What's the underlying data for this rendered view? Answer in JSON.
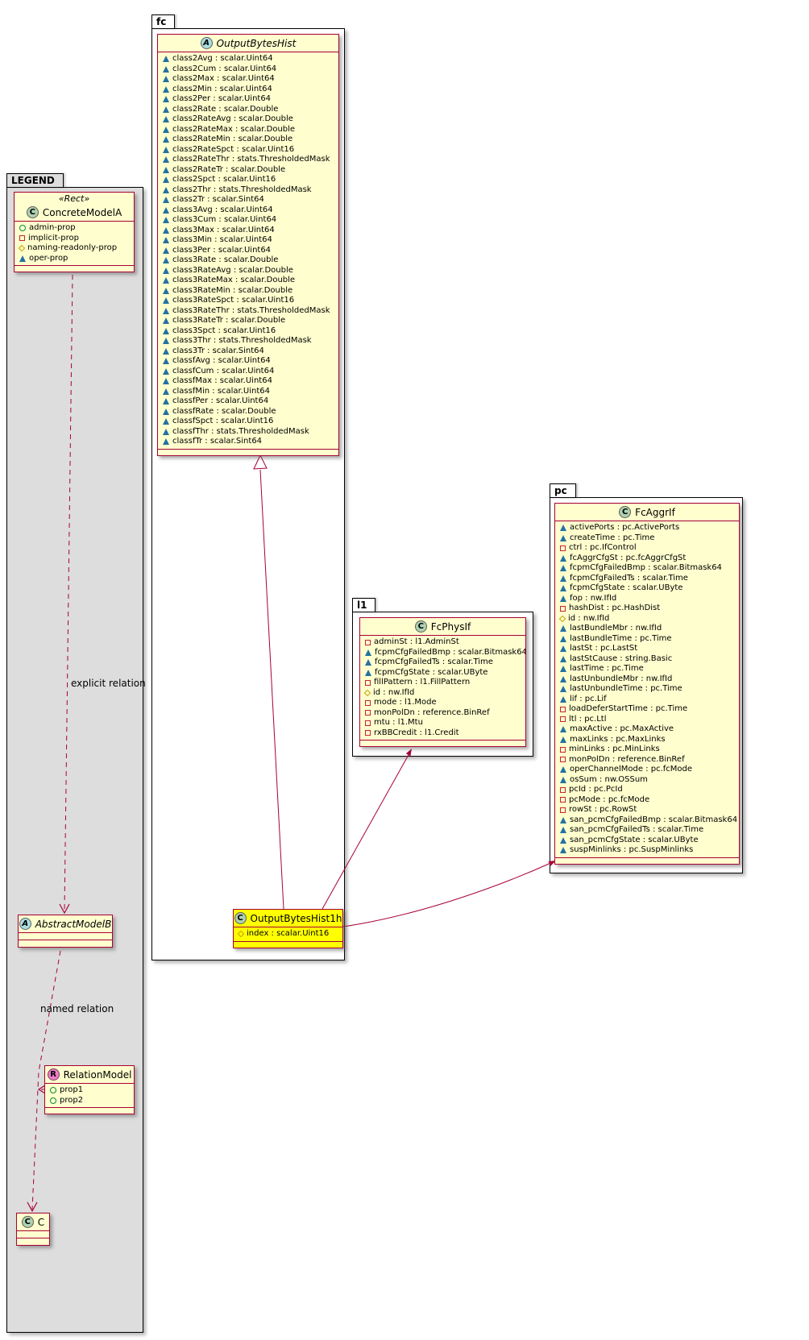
{
  "theme": {
    "class_bg": "#FEFECE",
    "class_border": "#A80036",
    "highlight_bg": "#FFFF00",
    "package_bg": "#FFFFFF",
    "legend_bg": "#DDDDDD",
    "spot_class_bg": "#ADD1B2",
    "spot_abstract_bg": "#A9DCDF",
    "spot_relation_bg": "#EE7DC8",
    "icon_circle": "#0B8A3E",
    "icon_square": "#C82333",
    "icon_diamond": "#C8A000",
    "icon_triangle": "#2471A3"
  },
  "diagram": {
    "legend": {
      "tab": "LEGEND",
      "stereotype": "«Rect»",
      "explicit_relation_label": "explicit relation",
      "named_relation_label": "named relation",
      "concrete": {
        "spot": "C",
        "name": "ConcreteModelA",
        "attrs": [
          {
            "icon": "circle",
            "text": "admin-prop"
          },
          {
            "icon": "square",
            "text": "implicit-prop"
          },
          {
            "icon": "diamond",
            "text": "naming-readonly-prop"
          },
          {
            "icon": "triangle",
            "text": "oper-prop"
          }
        ]
      },
      "abstract": {
        "spot": "A",
        "name": "AbstractModelB"
      },
      "relation": {
        "spot": "R",
        "name": "RelationModel",
        "attrs": [
          {
            "icon": "circle",
            "text": "prop1"
          },
          {
            "icon": "circle",
            "text": "prop2"
          }
        ]
      },
      "c": {
        "spot": "C",
        "name": "C"
      }
    },
    "fc": {
      "tab": "fc",
      "outputBytesHist": {
        "spot": "A",
        "name": "OutputBytesHist",
        "attrs": [
          {
            "icon": "triangle",
            "text": "class2Avg : scalar.Uint64"
          },
          {
            "icon": "triangle",
            "text": "class2Cum : scalar.Uint64"
          },
          {
            "icon": "triangle",
            "text": "class2Max : scalar.Uint64"
          },
          {
            "icon": "triangle",
            "text": "class2Min : scalar.Uint64"
          },
          {
            "icon": "triangle",
            "text": "class2Per : scalar.Uint64"
          },
          {
            "icon": "triangle",
            "text": "class2Rate : scalar.Double"
          },
          {
            "icon": "triangle",
            "text": "class2RateAvg : scalar.Double"
          },
          {
            "icon": "triangle",
            "text": "class2RateMax : scalar.Double"
          },
          {
            "icon": "triangle",
            "text": "class2RateMin : scalar.Double"
          },
          {
            "icon": "triangle",
            "text": "class2RateSpct : scalar.Uint16"
          },
          {
            "icon": "triangle",
            "text": "class2RateThr : stats.ThresholdedMask"
          },
          {
            "icon": "triangle",
            "text": "class2RateTr : scalar.Double"
          },
          {
            "icon": "triangle",
            "text": "class2Spct : scalar.Uint16"
          },
          {
            "icon": "triangle",
            "text": "class2Thr : stats.ThresholdedMask"
          },
          {
            "icon": "triangle",
            "text": "class2Tr : scalar.Sint64"
          },
          {
            "icon": "triangle",
            "text": "class3Avg : scalar.Uint64"
          },
          {
            "icon": "triangle",
            "text": "class3Cum : scalar.Uint64"
          },
          {
            "icon": "triangle",
            "text": "class3Max : scalar.Uint64"
          },
          {
            "icon": "triangle",
            "text": "class3Min : scalar.Uint64"
          },
          {
            "icon": "triangle",
            "text": "class3Per : scalar.Uint64"
          },
          {
            "icon": "triangle",
            "text": "class3Rate : scalar.Double"
          },
          {
            "icon": "triangle",
            "text": "class3RateAvg : scalar.Double"
          },
          {
            "icon": "triangle",
            "text": "class3RateMax : scalar.Double"
          },
          {
            "icon": "triangle",
            "text": "class3RateMin : scalar.Double"
          },
          {
            "icon": "triangle",
            "text": "class3RateSpct : scalar.Uint16"
          },
          {
            "icon": "triangle",
            "text": "class3RateThr : stats.ThresholdedMask"
          },
          {
            "icon": "triangle",
            "text": "class3RateTr : scalar.Double"
          },
          {
            "icon": "triangle",
            "text": "class3Spct : scalar.Uint16"
          },
          {
            "icon": "triangle",
            "text": "class3Thr : stats.ThresholdedMask"
          },
          {
            "icon": "triangle",
            "text": "class3Tr : scalar.Sint64"
          },
          {
            "icon": "triangle",
            "text": "classfAvg : scalar.Uint64"
          },
          {
            "icon": "triangle",
            "text": "classfCum : scalar.Uint64"
          },
          {
            "icon": "triangle",
            "text": "classfMax : scalar.Uint64"
          },
          {
            "icon": "triangle",
            "text": "classfMin : scalar.Uint64"
          },
          {
            "icon": "triangle",
            "text": "classfPer : scalar.Uint64"
          },
          {
            "icon": "triangle",
            "text": "classfRate : scalar.Double"
          },
          {
            "icon": "triangle",
            "text": "classfSpct : scalar.Uint16"
          },
          {
            "icon": "triangle",
            "text": "classfThr : stats.ThresholdedMask"
          },
          {
            "icon": "triangle",
            "text": "classfTr : scalar.Sint64"
          }
        ]
      },
      "outputBytesHist1h": {
        "spot": "C",
        "name": "OutputBytesHist1h",
        "attrs": [
          {
            "icon": "diamond",
            "text": "index : scalar.Uint16"
          }
        ]
      }
    },
    "l1": {
      "tab": "l1",
      "fcPhysIf": {
        "spot": "C",
        "name": "FcPhysIf",
        "attrs": [
          {
            "icon": "square",
            "text": "adminSt : l1.AdminSt"
          },
          {
            "icon": "triangle",
            "text": "fcpmCfgFailedBmp : scalar.Bitmask64"
          },
          {
            "icon": "triangle",
            "text": "fcpmCfgFailedTs : scalar.Time"
          },
          {
            "icon": "triangle",
            "text": "fcpmCfgState : scalar.UByte"
          },
          {
            "icon": "square",
            "text": "fillPattern : l1.FillPattern"
          },
          {
            "icon": "diamond",
            "text": "id : nw.IfId"
          },
          {
            "icon": "square",
            "text": "mode : l1.Mode"
          },
          {
            "icon": "square",
            "text": "monPolDn : reference.BinRef"
          },
          {
            "icon": "square",
            "text": "mtu : l1.Mtu"
          },
          {
            "icon": "square",
            "text": "rxBBCredit : l1.Credit"
          }
        ]
      }
    },
    "pc": {
      "tab": "pc",
      "fcAggrIf": {
        "spot": "C",
        "name": "FcAggrIf",
        "attrs": [
          {
            "icon": "triangle",
            "text": "activePorts : pc.ActivePorts"
          },
          {
            "icon": "triangle",
            "text": "createTime : pc.Time"
          },
          {
            "icon": "square",
            "text": "ctrl : pc.IfControl"
          },
          {
            "icon": "triangle",
            "text": "fcAggrCfgSt : pc.fcAggrCfgSt"
          },
          {
            "icon": "triangle",
            "text": "fcpmCfgFailedBmp : scalar.Bitmask64"
          },
          {
            "icon": "triangle",
            "text": "fcpmCfgFailedTs : scalar.Time"
          },
          {
            "icon": "triangle",
            "text": "fcpmCfgState : scalar.UByte"
          },
          {
            "icon": "triangle",
            "text": "fop : nw.IfId"
          },
          {
            "icon": "square",
            "text": "hashDist : pc.HashDist"
          },
          {
            "icon": "diamond",
            "text": "id : nw.IfId"
          },
          {
            "icon": "triangle",
            "text": "lastBundleMbr : nw.IfId"
          },
          {
            "icon": "triangle",
            "text": "lastBundleTime : pc.Time"
          },
          {
            "icon": "triangle",
            "text": "lastSt : pc.LastSt"
          },
          {
            "icon": "triangle",
            "text": "lastStCause : string.Basic"
          },
          {
            "icon": "triangle",
            "text": "lastTime : pc.Time"
          },
          {
            "icon": "triangle",
            "text": "lastUnbundleMbr : nw.IfId"
          },
          {
            "icon": "triangle",
            "text": "lastUnbundleTime : pc.Time"
          },
          {
            "icon": "triangle",
            "text": "lif : pc.Lif"
          },
          {
            "icon": "square",
            "text": "loadDeferStartTime : pc.Time"
          },
          {
            "icon": "square",
            "text": "ltl : pc.Ltl"
          },
          {
            "icon": "triangle",
            "text": "maxActive : pc.MaxActive"
          },
          {
            "icon": "triangle",
            "text": "maxLinks : pc.MaxLinks"
          },
          {
            "icon": "square",
            "text": "minLinks : pc.MinLinks"
          },
          {
            "icon": "square",
            "text": "monPolDn : reference.BinRef"
          },
          {
            "icon": "triangle",
            "text": "operChannelMode : pc.fcMode"
          },
          {
            "icon": "triangle",
            "text": "osSum : nw.OSSum"
          },
          {
            "icon": "square",
            "text": "pcId : pc.PcId"
          },
          {
            "icon": "square",
            "text": "pcMode : pc.fcMode"
          },
          {
            "icon": "square",
            "text": "rowSt : pc.RowSt"
          },
          {
            "icon": "triangle",
            "text": "san_pcmCfgFailedBmp : scalar.Bitmask64"
          },
          {
            "icon": "triangle",
            "text": "san_pcmCfgFailedTs : scalar.Time"
          },
          {
            "icon": "triangle",
            "text": "san_pcmCfgState : scalar.UByte"
          },
          {
            "icon": "triangle",
            "text": "suspMinlinks : pc.SuspMinlinks"
          }
        ]
      }
    }
  }
}
